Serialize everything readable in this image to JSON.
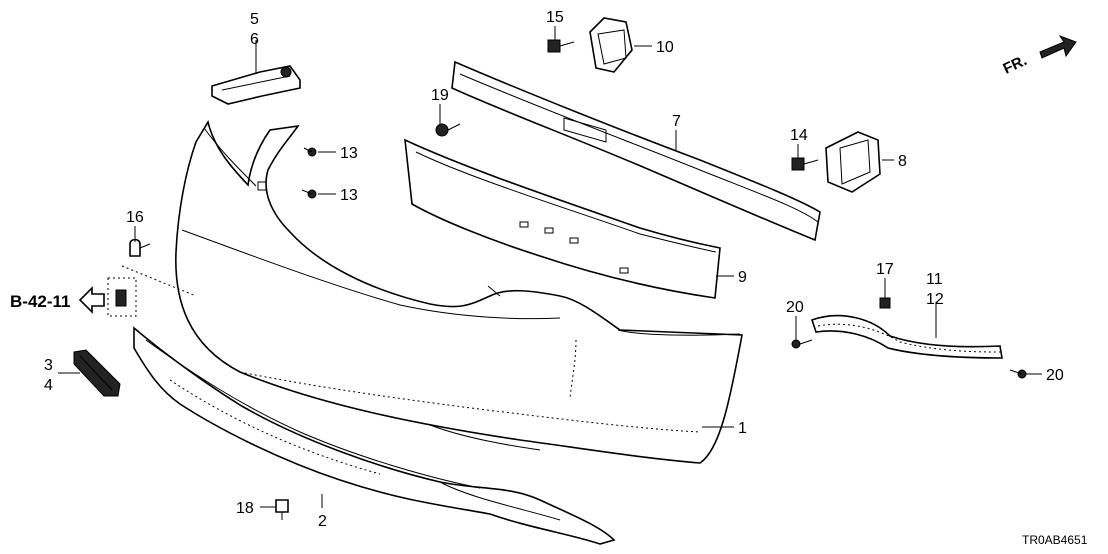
{
  "diagram": {
    "callouts": [
      {
        "id": "c1",
        "text": "1"
      },
      {
        "id": "c2",
        "text": "2"
      },
      {
        "id": "c3",
        "text": "3"
      },
      {
        "id": "c4",
        "text": "4"
      },
      {
        "id": "c5",
        "text": "5"
      },
      {
        "id": "c6",
        "text": "6"
      },
      {
        "id": "c7",
        "text": "7"
      },
      {
        "id": "c8",
        "text": "8"
      },
      {
        "id": "c9",
        "text": "9"
      },
      {
        "id": "c10",
        "text": "10"
      },
      {
        "id": "c11",
        "text": "11"
      },
      {
        "id": "c12",
        "text": "12"
      },
      {
        "id": "c13a",
        "text": "13"
      },
      {
        "id": "c13b",
        "text": "13"
      },
      {
        "id": "c14",
        "text": "14"
      },
      {
        "id": "c15",
        "text": "15"
      },
      {
        "id": "c16",
        "text": "16"
      },
      {
        "id": "c17",
        "text": "17"
      },
      {
        "id": "c18",
        "text": "18"
      },
      {
        "id": "c19",
        "text": "19"
      },
      {
        "id": "c20a",
        "text": "20"
      },
      {
        "id": "c20b",
        "text": "20"
      }
    ],
    "section_ref": "B-42-11",
    "direction_label": "FR.",
    "diagram_code": "TR0AB4651"
  }
}
